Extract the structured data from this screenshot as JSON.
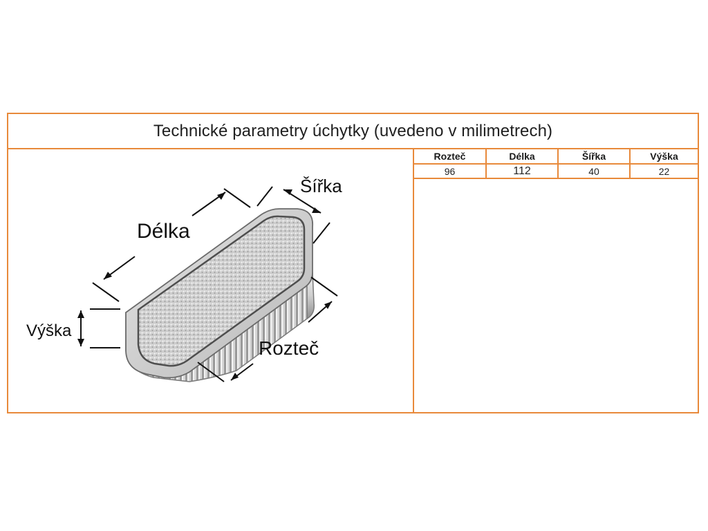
{
  "title": "Technické parametry úchytky (uvedeno v milimetrech)",
  "table": {
    "headers": [
      "Rozteč",
      "Délka",
      "Šířka",
      "Výška"
    ],
    "values": [
      "96",
      "112",
      "40",
      "22"
    ]
  },
  "diagram": {
    "labels": {
      "delka": "Délka",
      "sirka": "Šířka",
      "vyska": "Výška",
      "roztec": "Rozteč"
    }
  },
  "colors": {
    "border": "#e8893a",
    "text": "#1f1f1f",
    "metal": "#c9c9c9"
  }
}
